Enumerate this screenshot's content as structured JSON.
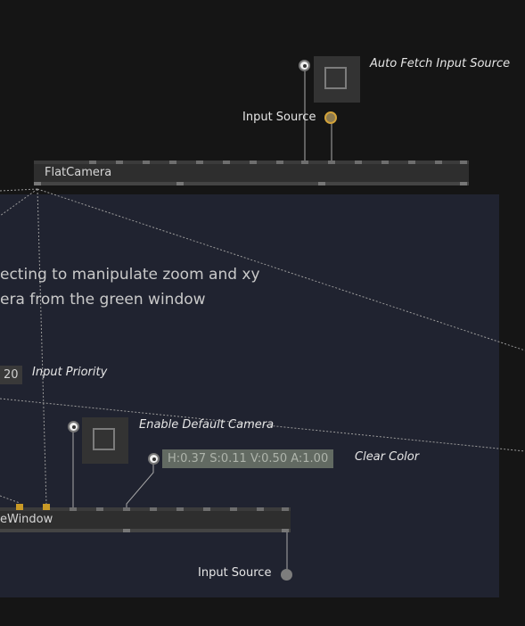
{
  "nodes": {
    "flat_camera": {
      "title": "FlatCamera",
      "auto_fetch_label": "Auto Fetch Input Source",
      "input_source_label": "Input Source"
    },
    "game_window": {
      "title": "eWindow",
      "enable_default_camera_label": "Enable Default Camera",
      "clear_color_value": "H:0.37 S:0.11 V:0.50 A:1.00",
      "clear_color_label": "Clear Color",
      "input_source_label": "Input Source"
    }
  },
  "comment": {
    "line1": "ecting to manipulate zoom and xy",
    "line2": "era from the green window"
  },
  "input_priority": {
    "value": "20",
    "label": "Input Priority"
  },
  "colors": {
    "background": "#151515",
    "group_panel": "#202330",
    "node_body": "#2e2e2e",
    "active_slot": "#c99a26",
    "color_field": "#626a62"
  }
}
